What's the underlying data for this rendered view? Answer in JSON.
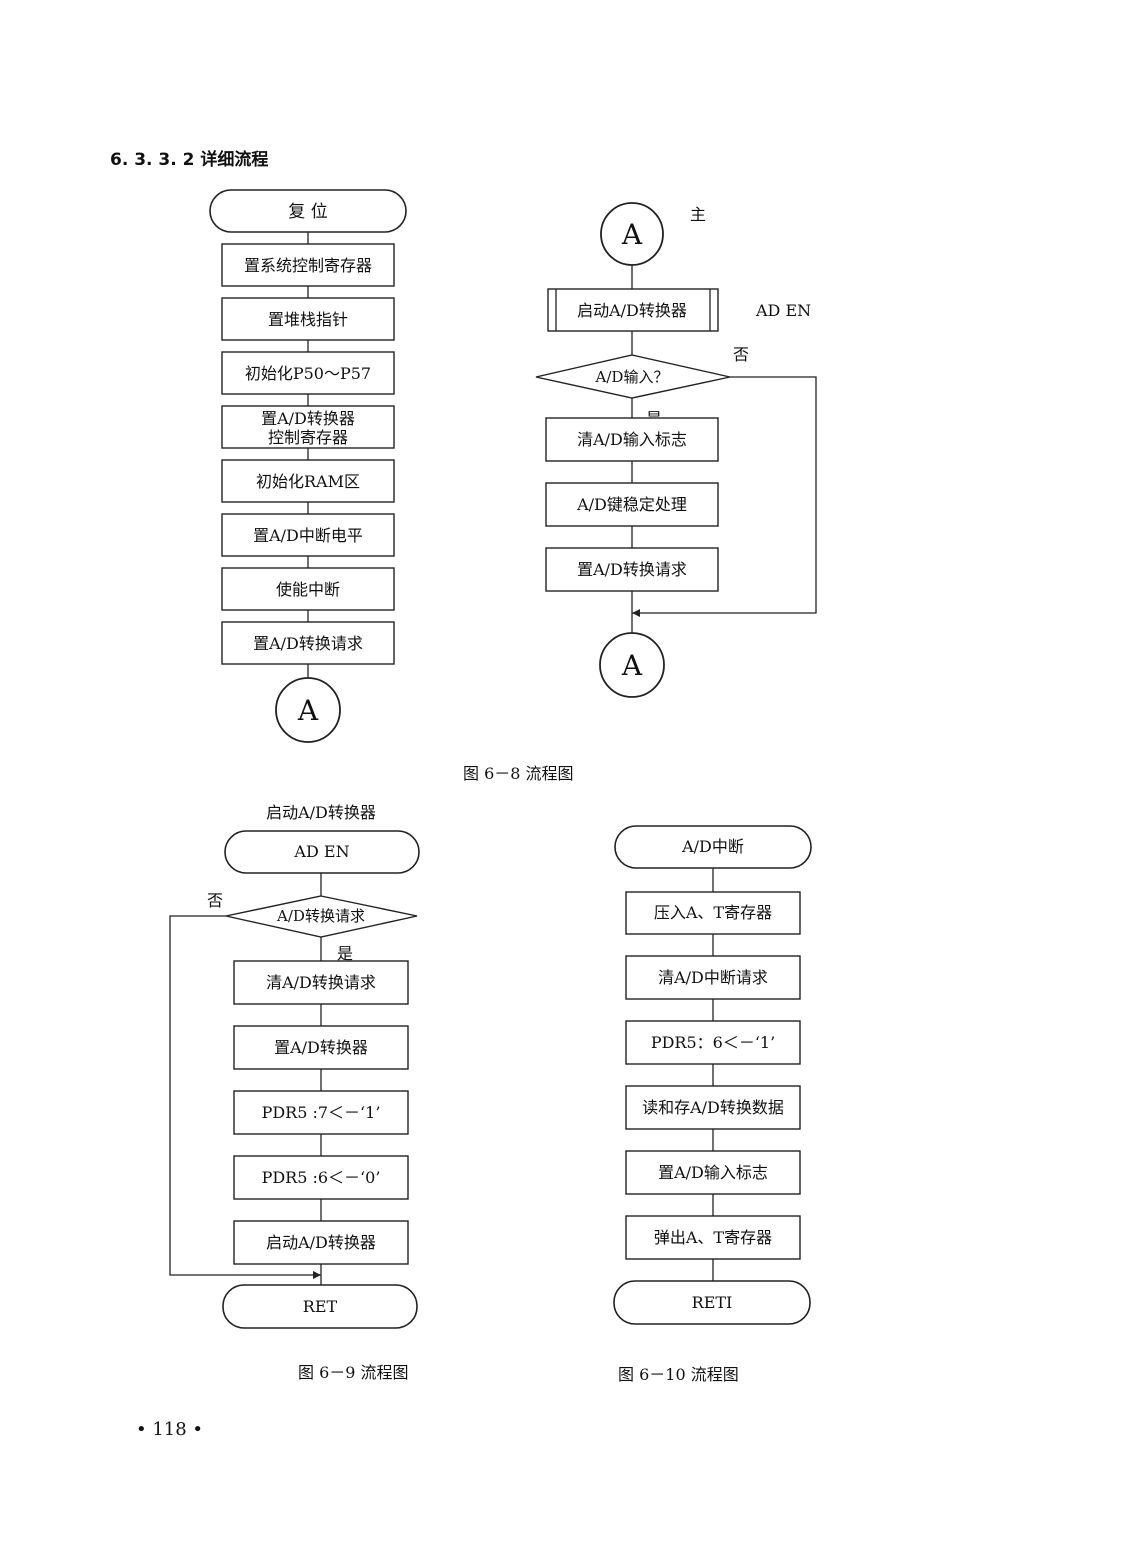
{
  "section": {
    "heading": "6. 3. 3. 2   详细流程"
  },
  "page_number": "• 118 •",
  "fig1": {
    "caption": "图 6－8   流程图",
    "left": {
      "start": "复    位",
      "steps": [
        "置系统控制寄存器",
        "置堆栈指针",
        "初始化P50～P57",
        "置A/D转换器",
        "控制寄存器",
        "初始化RAM区",
        "置A/D中断电平",
        "使能中断",
        "置A/D转换请求"
      ],
      "connector": "A"
    },
    "right": {
      "connector_top": "A",
      "label_main": "主",
      "start_ad": "启动A/D转换器",
      "side_label": "AD  EN",
      "decision": "A/D输入？",
      "no": "否",
      "yes": "是",
      "steps": [
        "清A/D输入标志",
        "A/D键稳定处理",
        "置A/D转换请求"
      ],
      "connector_bottom": "A"
    }
  },
  "fig2": {
    "caption": "图 6－9   流程图",
    "title": "启动A/D转换器",
    "start": "AD  EN",
    "decision": "A/D转换请求",
    "no": "否",
    "yes": "是",
    "steps": [
      "清A/D转换请求",
      "置A/D转换器",
      "PDR5 :7＜－‘1’",
      "PDR5 :6＜－‘0’",
      "启动A/D转换器"
    ],
    "end": "RET"
  },
  "fig3": {
    "caption": "图 6－10   流程图",
    "start": "A/D中断",
    "steps": [
      "压入A、T寄存器",
      "清A/D中断请求",
      "PDR5：6＜－‘1’",
      "读和存A/D转换数据",
      "置A/D输入标志",
      "弹出A、T寄存器"
    ],
    "end": "RETI"
  }
}
